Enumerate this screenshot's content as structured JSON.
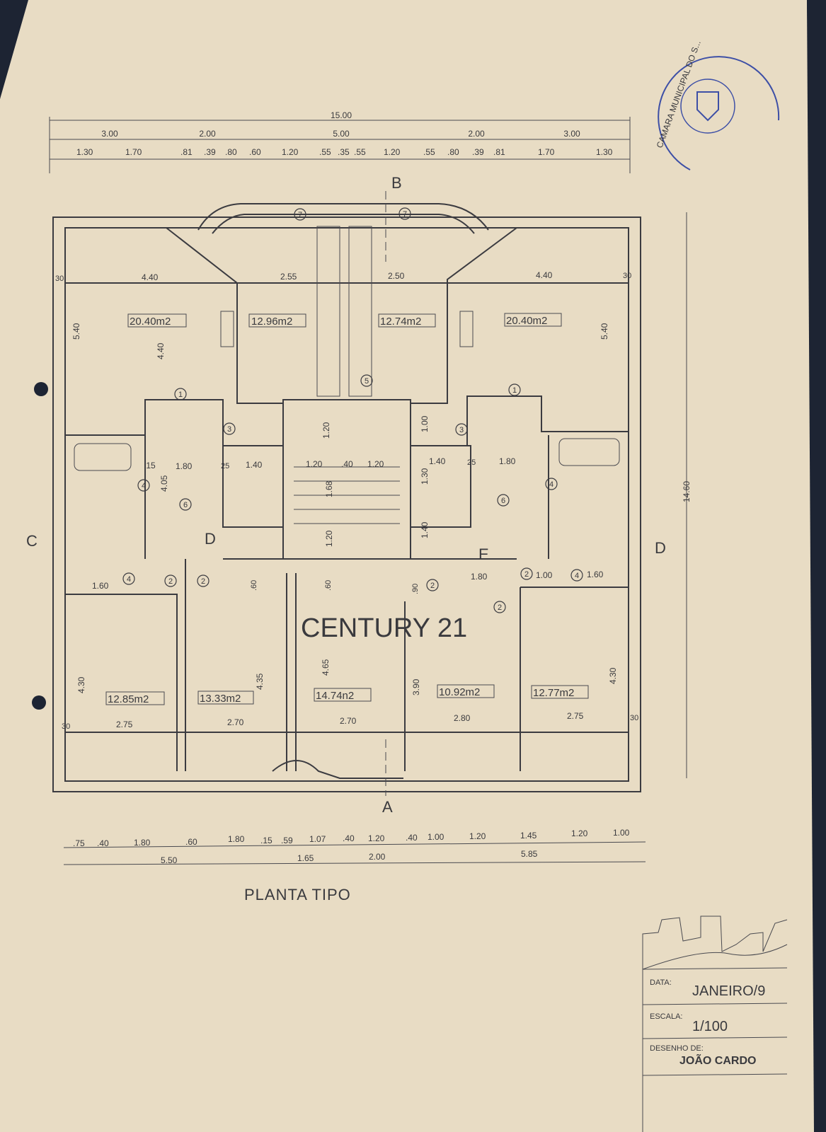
{
  "colors": {
    "paper": "#e8dcc4",
    "ink": "#3a3a3e",
    "stamp": "#3d4fa6",
    "background": "#1d2433"
  },
  "top_dims": {
    "total": "15.00",
    "row2": [
      "3.00",
      "2.00",
      "5.00",
      "2.00",
      "3.00"
    ],
    "row3": [
      "1.30",
      "1.70",
      ".81",
      ".39",
      ".80",
      ".60",
      "1.20",
      ".55",
      ".35",
      ".55",
      "1.20",
      ".55",
      ".80",
      ".39",
      ".81",
      "1.70",
      "1.30"
    ]
  },
  "bottom_dims": {
    "row1": [
      ".75",
      ".40",
      "1.80",
      ".60",
      "1.80",
      ".15",
      ".59",
      "1.07",
      ".40",
      "1.20",
      ".40",
      "1.00",
      "1.20",
      "1.45",
      "1.20",
      "1.00"
    ],
    "row2": [
      "5.50",
      "1.65",
      "2.00",
      "5.85"
    ]
  },
  "right_dim": "14.60",
  "section_marks": {
    "b": "B",
    "a": "A",
    "c": "C",
    "d": "D"
  },
  "areas": [
    "20.40m2",
    "12.96m2",
    "12.74m2",
    "20.40m2",
    "12.85m2",
    "13.33m2",
    "14.74n2",
    "10.92m2",
    "12.77m2"
  ],
  "room_dims": [
    "4.40",
    "2.55",
    "2.50",
    "4.40",
    "5.40",
    "5.40",
    "4.40",
    "1.80",
    "4.05",
    "1.80",
    "2.75",
    "2.70",
    "2.70",
    "2.80",
    "2.75",
    "4.30",
    "4.35",
    "4.65",
    "3.90",
    "4.30",
    "1.60",
    "1.60",
    "1.80",
    "1.00",
    ".15",
    "1.40",
    "1.20",
    ".40",
    "1.20",
    "1.40",
    "1.20",
    "1.68",
    "1.20",
    "1.00",
    "1.30",
    "1.40",
    "30",
    "30",
    "30",
    "30",
    "25",
    "25",
    ".60",
    ".60",
    ".90"
  ],
  "door_letters": [
    "D",
    "E"
  ],
  "circled": [
    "7",
    "7",
    "1",
    "1",
    "3",
    "3",
    "4",
    "4",
    "4",
    "4",
    "6",
    "6",
    "2",
    "2",
    "2",
    "2",
    "2",
    "5"
  ],
  "title": "PLANTA TIPO",
  "watermark": "CENTURY 21",
  "stamp": {
    "text": "CAMARA MUNICIPAL DO S..."
  },
  "title_block": {
    "date_label": "DATA:",
    "date": "JANEIRO/9",
    "scale_label": "ESCALA:",
    "scale": "1/100",
    "drawn_label": "DESENHO DE:",
    "drawn_by": "JOÃO CARDO"
  }
}
